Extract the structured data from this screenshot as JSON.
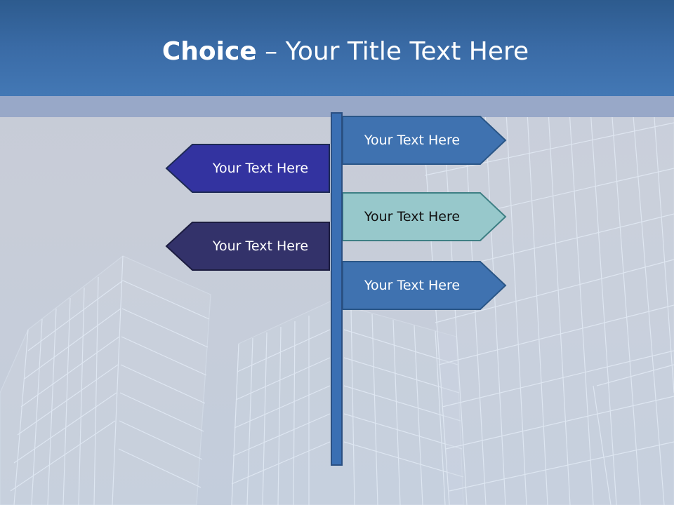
{
  "title": {
    "bold": "Choice",
    "rest": " – Your Title Text Here"
  },
  "signs": {
    "left_1": {
      "label": "Your Text Here",
      "fill": "#3333a0",
      "stroke": "#1e2a55",
      "text_color": "#ffffff"
    },
    "left_2": {
      "label": "Your Text Here",
      "fill": "#33326a",
      "stroke": "#1c1c40",
      "text_color": "#ffffff"
    },
    "right_1": {
      "label": "Your Text Here",
      "fill": "#3f72b0",
      "stroke": "#2a5687",
      "text_color": "#ffffff"
    },
    "right_2": {
      "label": "Your Text Here",
      "fill": "#97c8cb",
      "stroke": "#3e7f84",
      "text_color": "#111111"
    },
    "right_3": {
      "label": "Your Text Here",
      "fill": "#3f72b0",
      "stroke": "#2a5687",
      "text_color": "#ffffff"
    }
  },
  "colors": {
    "title_band": "#3a6ba6",
    "pole": "#3a6fb3"
  }
}
